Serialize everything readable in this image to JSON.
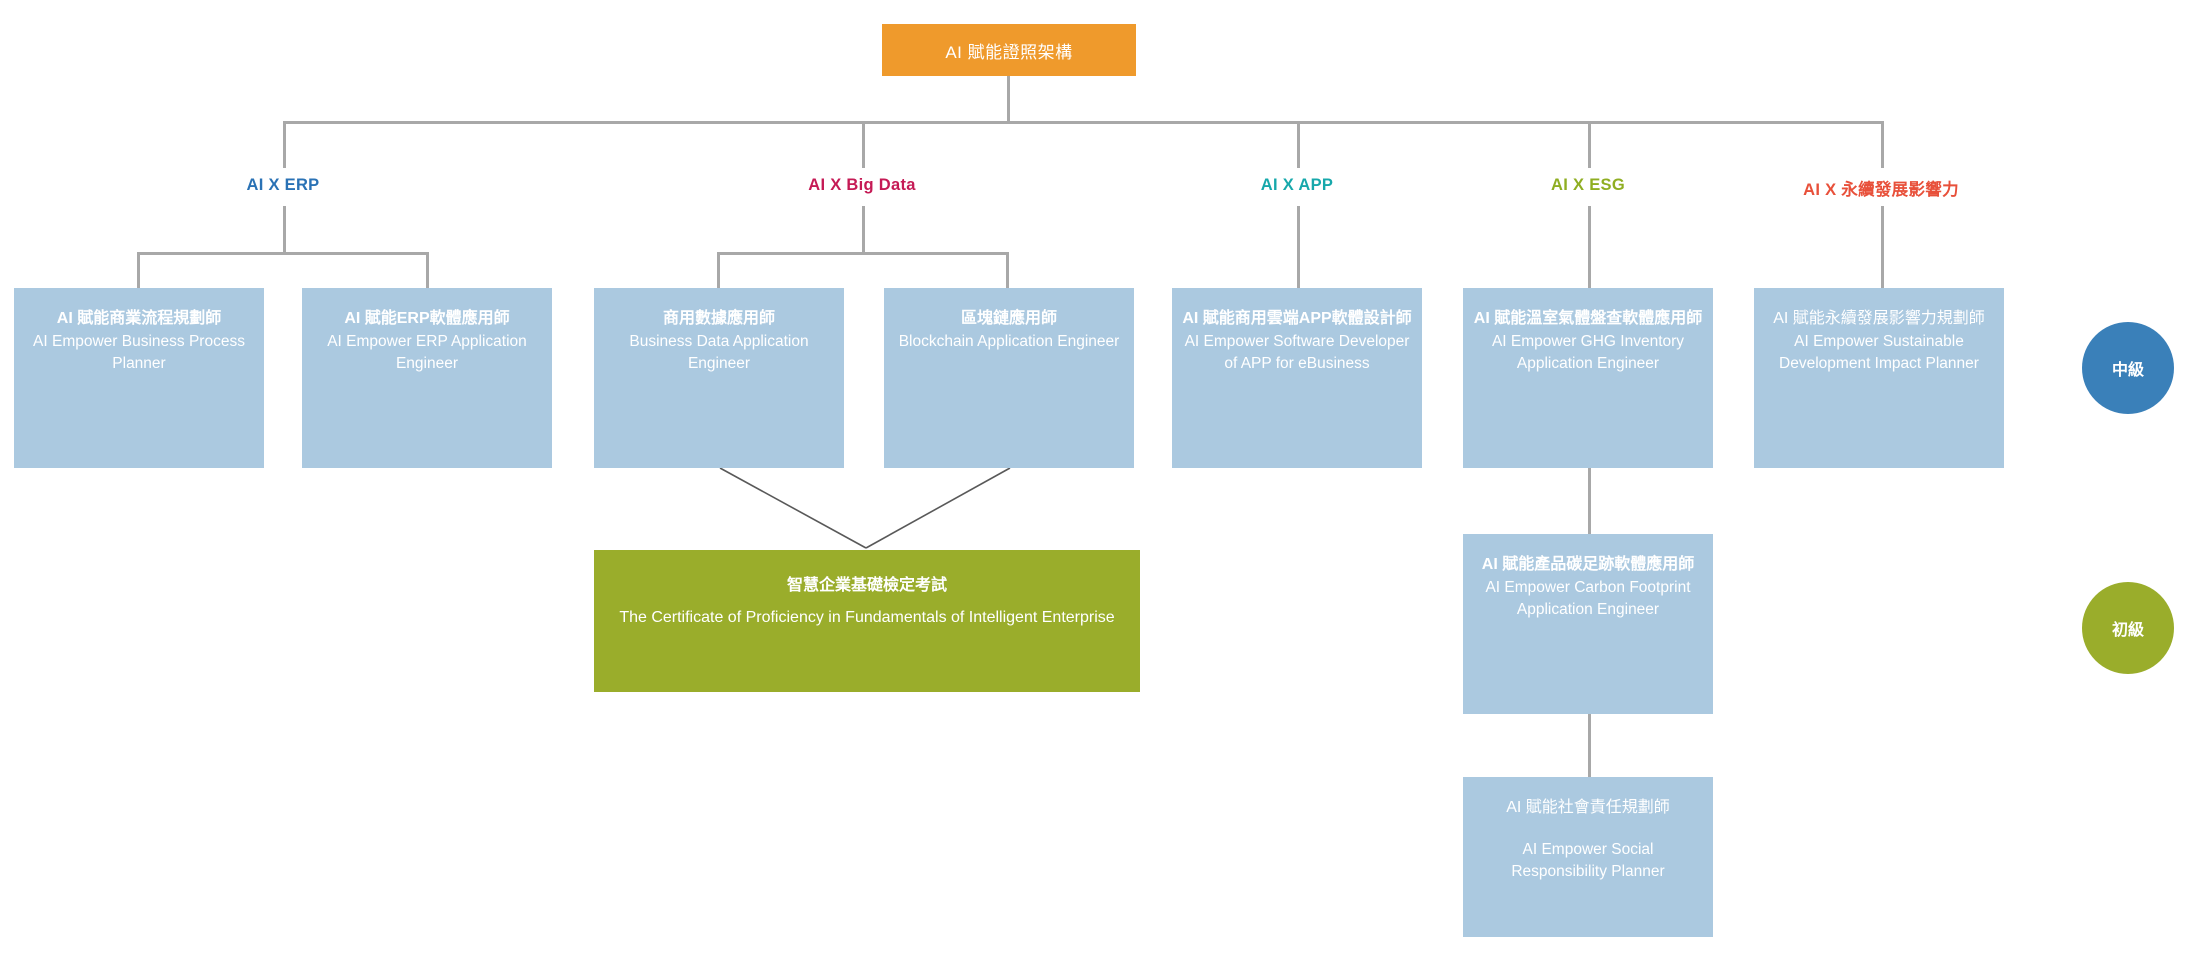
{
  "root": {
    "label": "AI 賦能證照架構",
    "color": "#ef9a2c"
  },
  "categories": [
    {
      "label": "AI X ERP",
      "color": "#2a72b5"
    },
    {
      "label": "AI X Big Data",
      "color": "#c51a55"
    },
    {
      "label": "AI X APP",
      "color": "#17a8ab"
    },
    {
      "label": "AI X ESG",
      "color": "#8fae22"
    },
    {
      "label": "AI X 永續發展影響力",
      "color": "#e8503a"
    }
  ],
  "cards": [
    {
      "zh": "AI 賦能商業流程規劃師",
      "en": "AI Empower Business Process Planner",
      "zh_bold": true,
      "en_gap": false,
      "category": "AI X ERP",
      "level": "中級"
    },
    {
      "zh": "AI 賦能ERP軟體應用師",
      "en": "AI Empower ERP Application Engineer",
      "zh_bold": true,
      "en_gap": false,
      "category": "AI X ERP",
      "level": "中級"
    },
    {
      "zh": "商用數據應用師",
      "en": "Business Data Application Engineer",
      "zh_bold": true,
      "en_gap": false,
      "category": "AI X Big Data",
      "level": "中級"
    },
    {
      "zh": "區塊鏈應用師",
      "en": "Blockchain Application Engineer",
      "zh_bold": true,
      "en_gap": false,
      "category": "AI X Big Data",
      "level": "中級"
    },
    {
      "zh": "AI 賦能商用雲端APP軟體設計師",
      "en": "AI Empower Software Developer of APP for eBusiness",
      "zh_bold": true,
      "en_gap": false,
      "category": "AI X APP",
      "level": "中級"
    },
    {
      "zh": "AI 賦能溫室氣體盤查軟體應用師",
      "en": "AI Empower GHG Inventory Application Engineer",
      "zh_bold": true,
      "en_gap": false,
      "category": "AI X ESG",
      "level": "中級"
    },
    {
      "zh": "AI 賦能永續發展影響力規劃師",
      "en": "AI Empower Sustainable Development Impact Planner",
      "zh_bold": false,
      "en_gap": false,
      "category": "AI X 永續發展影響力",
      "level": "中級"
    },
    {
      "zh": "AI 賦能產品碳足跡軟體應用師",
      "en": "AI Empower Carbon Footprint Application Engineer",
      "zh_bold": true,
      "en_gap": false,
      "category": "AI X ESG",
      "level": "初級"
    },
    {
      "zh": "AI 賦能社會責任規劃師",
      "en": "AI Empower Social Responsibility Planner",
      "zh_bold": false,
      "en_gap": true,
      "category": "AI X ESG",
      "level": "初級"
    }
  ],
  "exam": {
    "zh": "智慧企業基礎檢定考試",
    "en": "The Certificate of Proficiency in Fundamentals of Intelligent Enterprise",
    "color": "#9aad2b"
  },
  "levels": [
    {
      "label": "中級",
      "color": "#3a80b9"
    },
    {
      "label": "初級",
      "color": "#9aad2b"
    }
  ],
  "card_color": "#abc9e0",
  "line_color": "#a8a8a8"
}
